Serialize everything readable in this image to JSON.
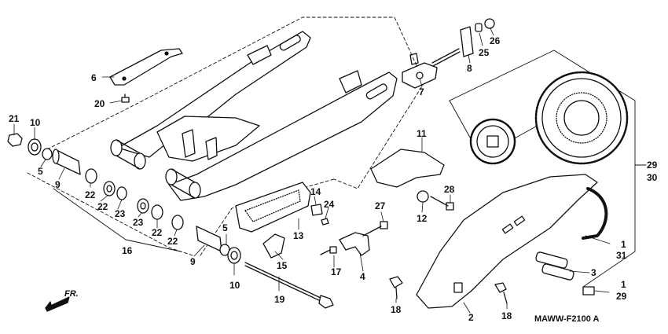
{
  "diagram_code": "MAWW-F2100 A",
  "direction_label": "FR.",
  "callouts": [
    {
      "id": "c1a",
      "text": "1"
    },
    {
      "id": "c1b",
      "text": "1"
    },
    {
      "id": "c2",
      "text": "2"
    },
    {
      "id": "c3",
      "text": "3"
    },
    {
      "id": "c4",
      "text": "4"
    },
    {
      "id": "c5a",
      "text": "5"
    },
    {
      "id": "c5b",
      "text": "5"
    },
    {
      "id": "c6",
      "text": "6"
    },
    {
      "id": "c7",
      "text": "7"
    },
    {
      "id": "c8",
      "text": "8"
    },
    {
      "id": "c9a",
      "text": "9"
    },
    {
      "id": "c9b",
      "text": "9"
    },
    {
      "id": "c10a",
      "text": "10"
    },
    {
      "id": "c10b",
      "text": "10"
    },
    {
      "id": "c11",
      "text": "11"
    },
    {
      "id": "c12",
      "text": "12"
    },
    {
      "id": "c13",
      "text": "13"
    },
    {
      "id": "c14",
      "text": "14"
    },
    {
      "id": "c15",
      "text": "15"
    },
    {
      "id": "c16",
      "text": "16"
    },
    {
      "id": "c17",
      "text": "17"
    },
    {
      "id": "c18a",
      "text": "18"
    },
    {
      "id": "c18b",
      "text": "18"
    },
    {
      "id": "c19",
      "text": "19"
    },
    {
      "id": "c20",
      "text": "20"
    },
    {
      "id": "c21",
      "text": "21"
    },
    {
      "id": "c22a",
      "text": "22"
    },
    {
      "id": "c22b",
      "text": "22"
    },
    {
      "id": "c22c",
      "text": "22"
    },
    {
      "id": "c22d",
      "text": "22"
    },
    {
      "id": "c23a",
      "text": "23"
    },
    {
      "id": "c23b",
      "text": "23"
    },
    {
      "id": "c24",
      "text": "24"
    },
    {
      "id": "c25",
      "text": "25"
    },
    {
      "id": "c26",
      "text": "26"
    },
    {
      "id": "c27",
      "text": "27"
    },
    {
      "id": "c28",
      "text": "28"
    },
    {
      "id": "c29a",
      "text": "29"
    },
    {
      "id": "c29b",
      "text": "29"
    },
    {
      "id": "c30",
      "text": "30"
    },
    {
      "id": "c31",
      "text": "31"
    }
  ]
}
